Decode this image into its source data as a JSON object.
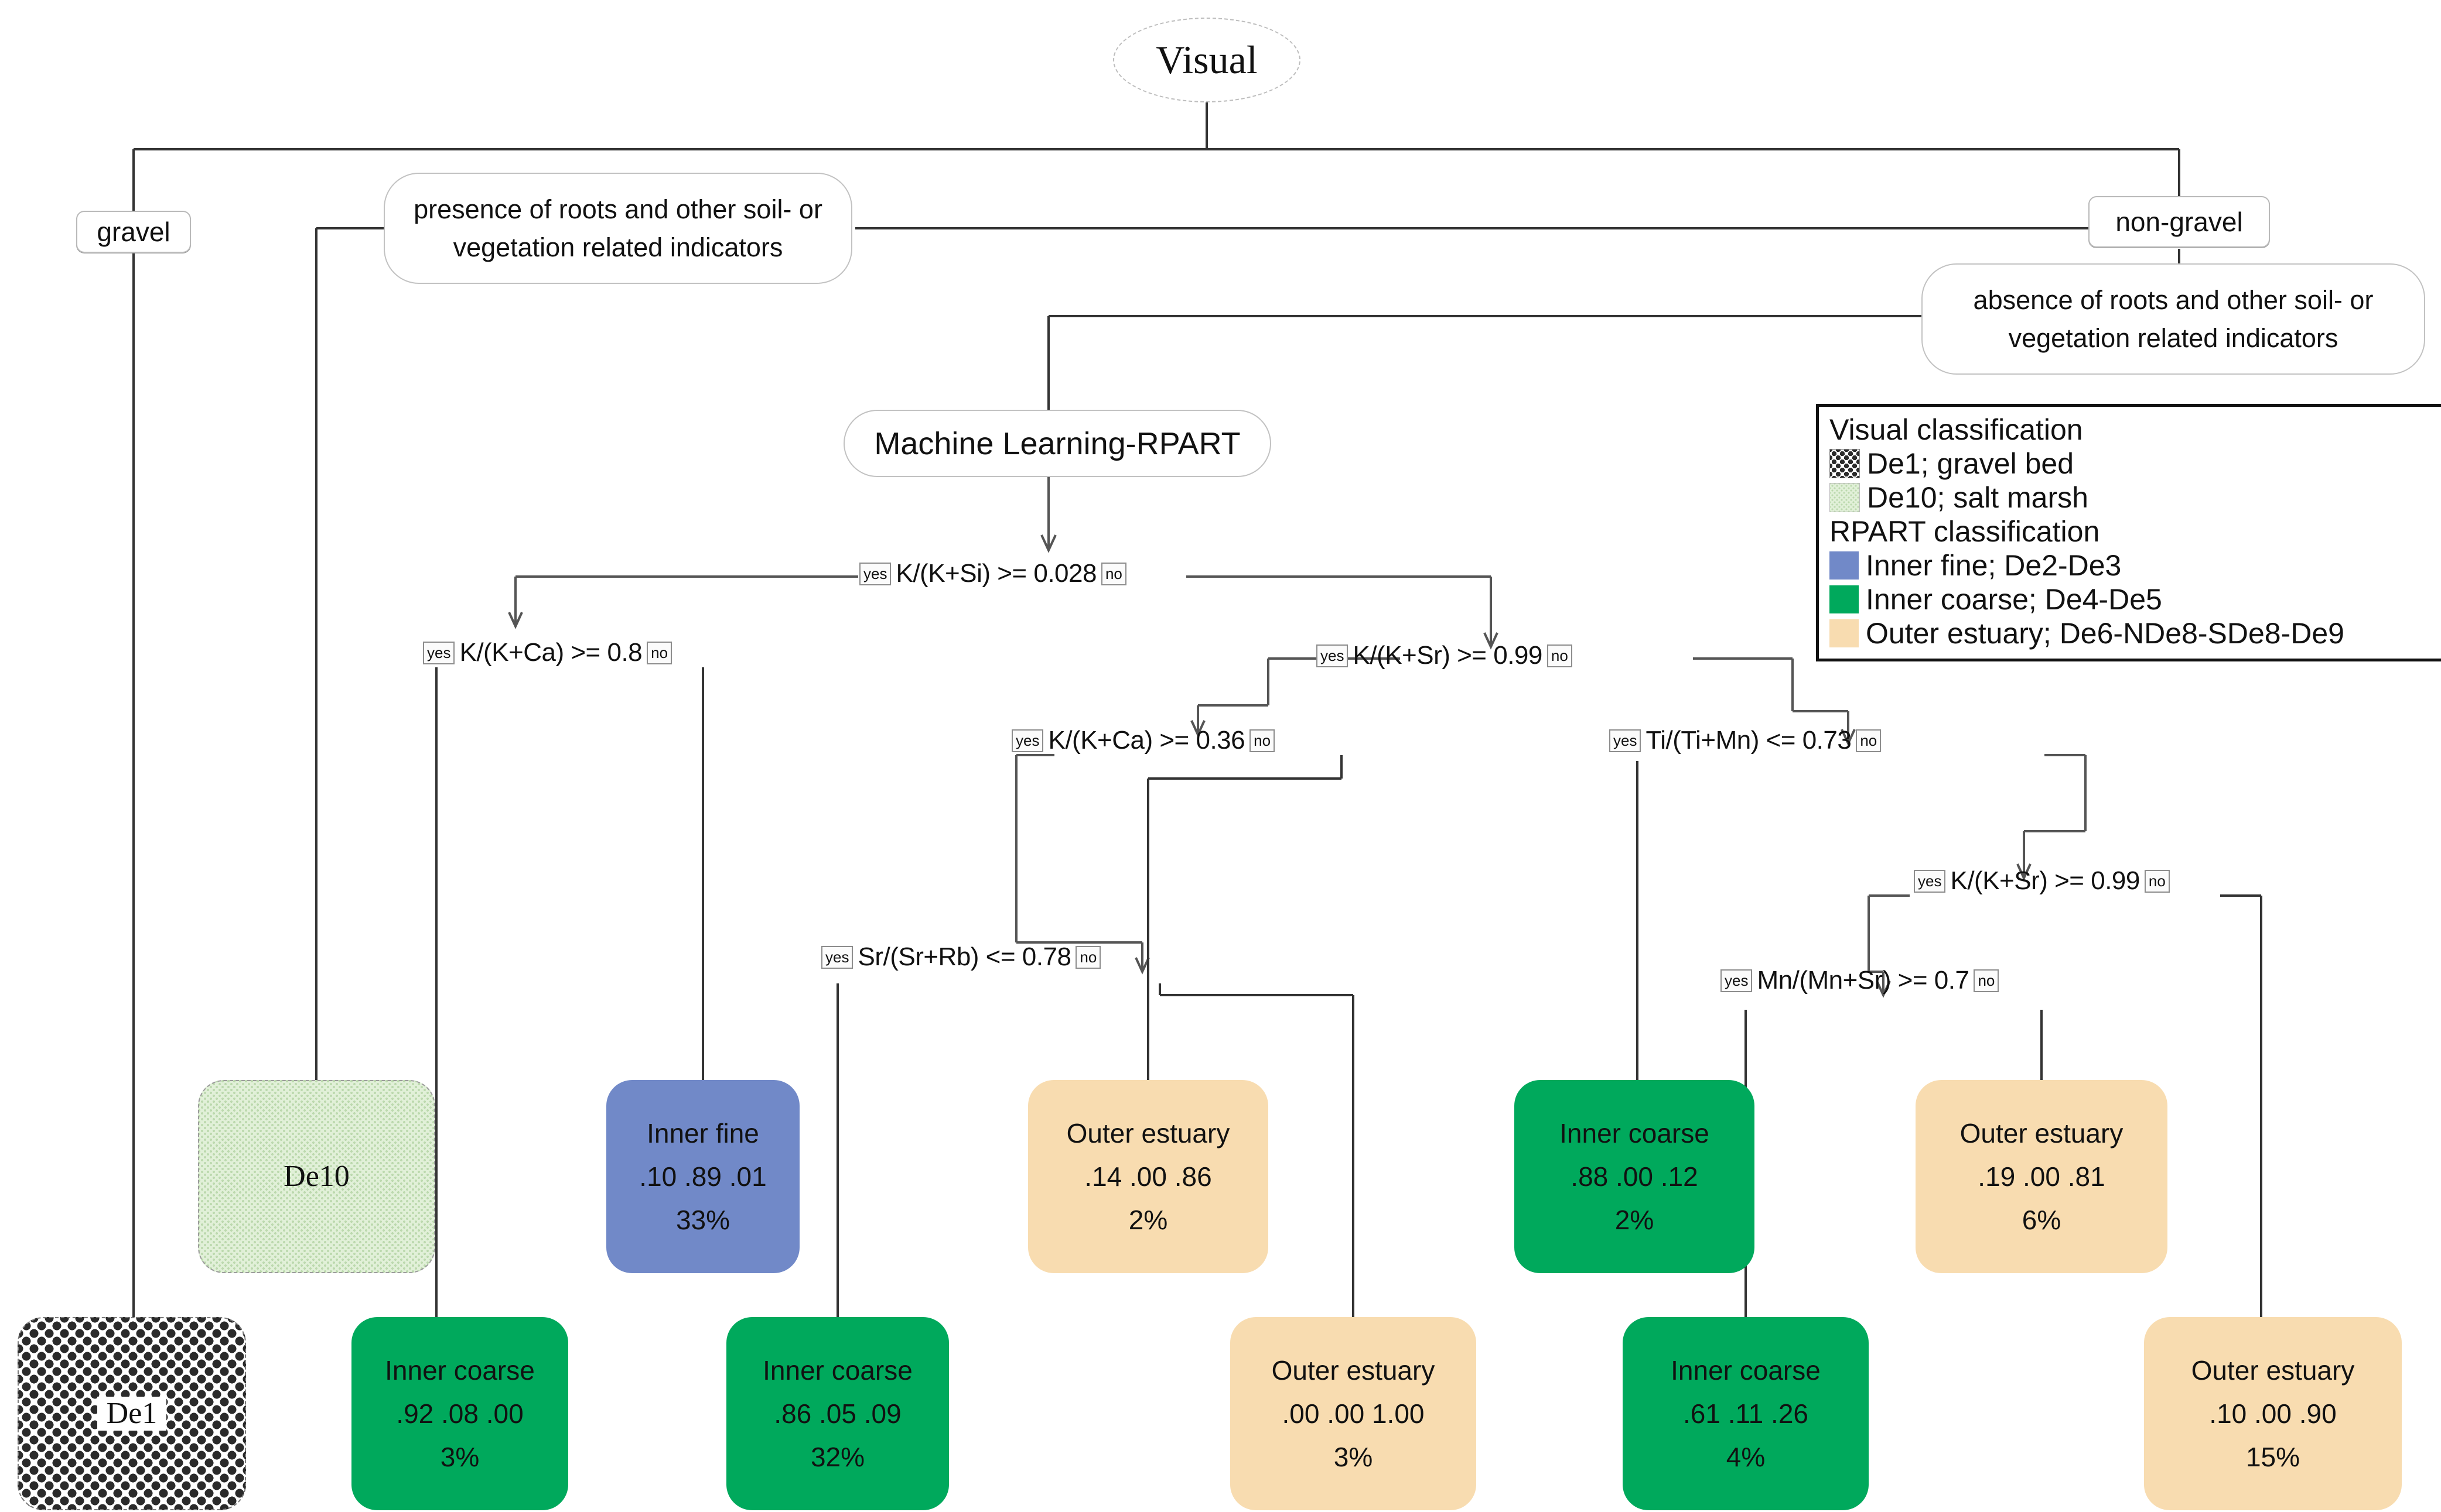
{
  "diagram": {
    "type": "decision-tree",
    "root": {
      "label": "Visual"
    },
    "branches": {
      "gravel": "gravel",
      "non_gravel": "non-gravel",
      "presence": "presence of roots and other soil- or vegetation related indicators",
      "absence": "absence of roots and other soil- or vegetation related indicators",
      "ml": "Machine Learning-RPART"
    },
    "yes_label": "yes",
    "no_label": "no",
    "conditions": [
      {
        "id": "c1",
        "text": "K/(K+Si) >= 0.028"
      },
      {
        "id": "c2",
        "text": "K/(K+Ca) >= 0.8"
      },
      {
        "id": "c3",
        "text": "K/(K+Sr) >= 0.99"
      },
      {
        "id": "c4",
        "text": "K/(K+Ca) >= 0.36"
      },
      {
        "id": "c5",
        "text": "Ti/(Ti+Mn) <= 0.73"
      },
      {
        "id": "c6",
        "text": "Sr/(Sr+Rb) <= 0.78"
      },
      {
        "id": "c7",
        "text": "K/(K+Sr) >= 0.99"
      },
      {
        "id": "c8",
        "text": "Mn/(Mn+Sr) >= 0.7"
      }
    ],
    "leaves": [
      {
        "id": "l_de10",
        "title": "De10",
        "probs": "",
        "pct": "",
        "style": "saltmarsh"
      },
      {
        "id": "l_de1",
        "title": "De1",
        "probs": "",
        "pct": "",
        "style": "gravelbed"
      },
      {
        "id": "l_ic92",
        "title": "Inner coarse",
        "probs": ".92 .08 .00",
        "pct": "3%",
        "style": "green"
      },
      {
        "id": "l_if10",
        "title": "Inner fine",
        "probs": ".10 .89 .01",
        "pct": "33%",
        "style": "blue"
      },
      {
        "id": "l_ic86",
        "title": "Inner coarse",
        "probs": ".86 .05 .09",
        "pct": "32%",
        "style": "green"
      },
      {
        "id": "l_oe14",
        "title": "Outer estuary",
        "probs": ".14 .00 .86",
        "pct": "2%",
        "style": "peach"
      },
      {
        "id": "l_oe00",
        "title": "Outer estuary",
        "probs": ".00 .00 1.00",
        "pct": "3%",
        "style": "peach"
      },
      {
        "id": "l_ic88",
        "title": "Inner coarse",
        "probs": ".88 .00 .12",
        "pct": "2%",
        "style": "green"
      },
      {
        "id": "l_ic61",
        "title": "Inner coarse",
        "probs": ".61 .11 .26",
        "pct": "4%",
        "style": "green"
      },
      {
        "id": "l_oe19",
        "title": "Outer estuary",
        "probs": ".19 .00 .81",
        "pct": "6%",
        "style": "peach"
      },
      {
        "id": "l_oe10",
        "title": "Outer estuary",
        "probs": ".10 .00 .90",
        "pct": "15%",
        "style": "peach"
      }
    ]
  },
  "legend": {
    "title_visual": "Visual classification",
    "title_rpart": "RPART classification",
    "items": [
      {
        "label": "De1; gravel bed",
        "swatch": "dotted"
      },
      {
        "label": "De10; salt marsh",
        "swatch": "marsh"
      },
      {
        "label": "Inner fine; De2-De3",
        "swatch": "blue",
        "color": "#7189c8"
      },
      {
        "label": "Inner coarse; De4-De5",
        "swatch": "green",
        "color": "#00a95c"
      },
      {
        "label": "Outer estuary; De6-NDe8-SDe8-De9",
        "swatch": "peach",
        "color": "#f8dcb0"
      }
    ]
  }
}
